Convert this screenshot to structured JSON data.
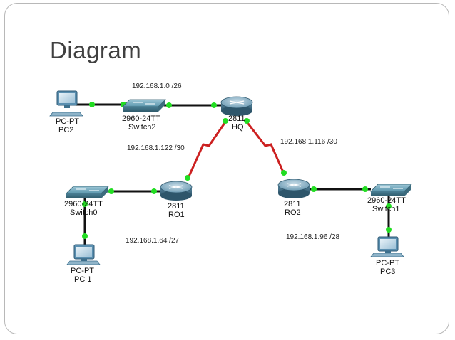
{
  "slide": {
    "title": "Diagram"
  },
  "devices": {
    "pc2": {
      "type": "PC-PT",
      "name": "PC2"
    },
    "switch2": {
      "type": "2960-24TT",
      "name": "Switch2"
    },
    "hq": {
      "type": "2811",
      "name": "HQ"
    },
    "ro1": {
      "type": "2811",
      "name": "RO1"
    },
    "ro2": {
      "type": "2811",
      "name": "RO2"
    },
    "switch0": {
      "type": "2960-24TT",
      "name": "Switch0"
    },
    "pc1": {
      "type": "PC-PT",
      "name": "PC 1"
    },
    "switch1": {
      "type": "2960-24TT",
      "name": "Switch1"
    },
    "pc3": {
      "type": "PC-PT",
      "name": "PC3"
    }
  },
  "networks": {
    "hq_lan": "192.168.1.0 /26",
    "hq_ro1": "192.168.1.122 /30",
    "hq_ro2": "192.168.1.116 /30",
    "ro1_lan": "192.168.1.64 /27",
    "ro2_lan": "192.168.1.96 /28"
  },
  "colors": {
    "ethernet": "#111111",
    "serial": "#cc2020",
    "port_up": "#22dd22",
    "switch": "#4f8fa6",
    "router": "#6f9cb4",
    "pc": "#5a8fb0"
  }
}
